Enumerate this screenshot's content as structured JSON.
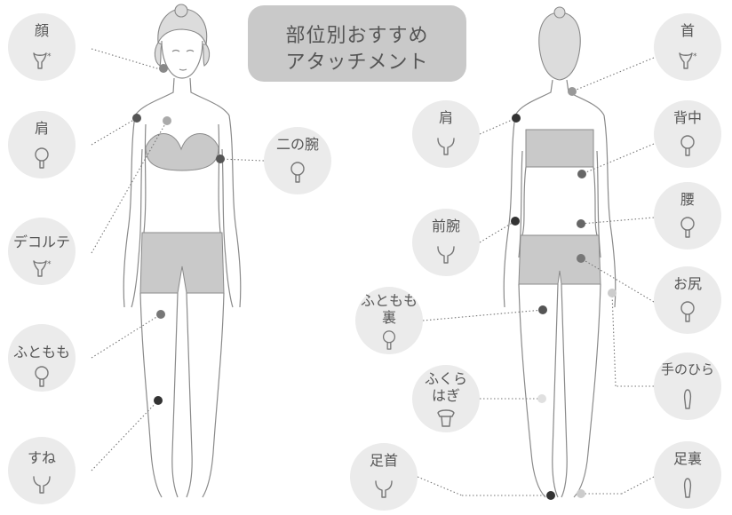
{
  "title": {
    "line1": "部位別おすすめ",
    "line2": "アタッチメント"
  },
  "colors": {
    "badge_bg": "#ebebeb",
    "title_bg": "#c9c9c9",
    "text": "#555555",
    "dot_dark": "#333333",
    "dot_mid": "#777777",
    "dot_light": "#cccccc"
  },
  "front": {
    "face": {
      "label": "顔",
      "icon": "cup-attachment",
      "note": "*"
    },
    "shoulder": {
      "label": "肩",
      "icon": "ball-attachment"
    },
    "decollete": {
      "label": "デコルテ",
      "icon": "cup-attachment",
      "note": "*"
    },
    "thigh": {
      "label": "ふともも",
      "icon": "ball-attachment"
    },
    "shin": {
      "label": "すね",
      "icon": "fork-attachment"
    },
    "upper_arm": {
      "label": "二の腕",
      "icon": "ball-attachment"
    }
  },
  "back": {
    "shoulder": {
      "label": "肩",
      "icon": "fork-attachment"
    },
    "forearm": {
      "label": "前腕",
      "icon": "fork-attachment"
    },
    "back_thigh": {
      "label_line1": "ふともも",
      "label_line2": "裏",
      "icon": "ball-attachment"
    },
    "calf": {
      "label_line1": "ふくら",
      "label_line2": "はぎ",
      "icon": "mushroom-attachment"
    },
    "ankle": {
      "label": "足首",
      "icon": "fork-attachment"
    },
    "neck": {
      "label": "首",
      "icon": "cup-attachment",
      "note": "*"
    },
    "upper_back": {
      "label": "背中",
      "icon": "ball-attachment"
    },
    "waist": {
      "label": "腰",
      "icon": "ball-attachment"
    },
    "buttocks": {
      "label": "お尻",
      "icon": "ball-attachment"
    },
    "palm": {
      "label": "手のひら",
      "icon": "bullet-attachment"
    },
    "sole": {
      "label": "足裏",
      "icon": "bullet-attachment"
    }
  }
}
